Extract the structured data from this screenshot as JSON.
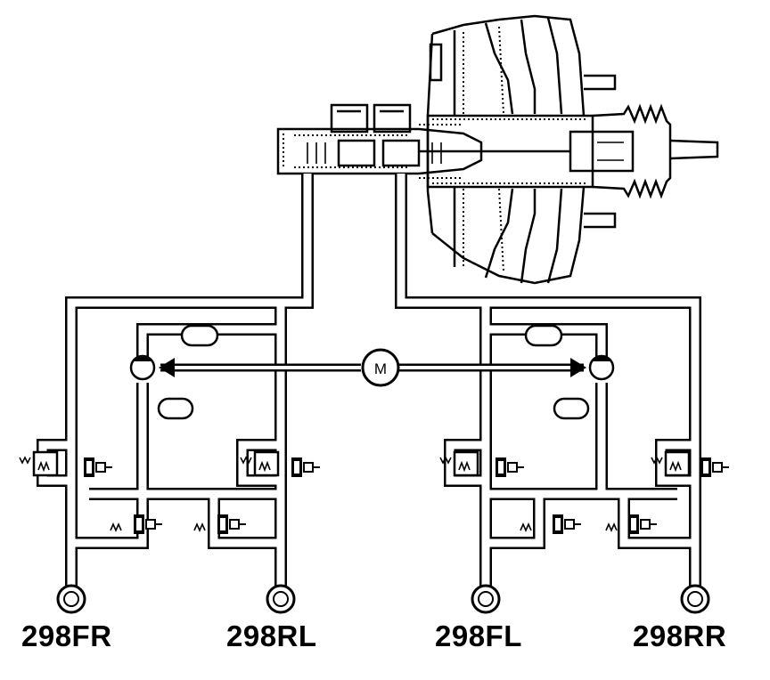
{
  "diagram": {
    "motor_symbol": "M",
    "wheels": [
      {
        "id": "FR",
        "label": "298FR"
      },
      {
        "id": "RL",
        "label": "298RL"
      },
      {
        "id": "FL",
        "label": "298FL"
      },
      {
        "id": "RR",
        "label": "298RR"
      }
    ],
    "colors": {
      "line": "#000000",
      "background": "#ffffff"
    }
  }
}
